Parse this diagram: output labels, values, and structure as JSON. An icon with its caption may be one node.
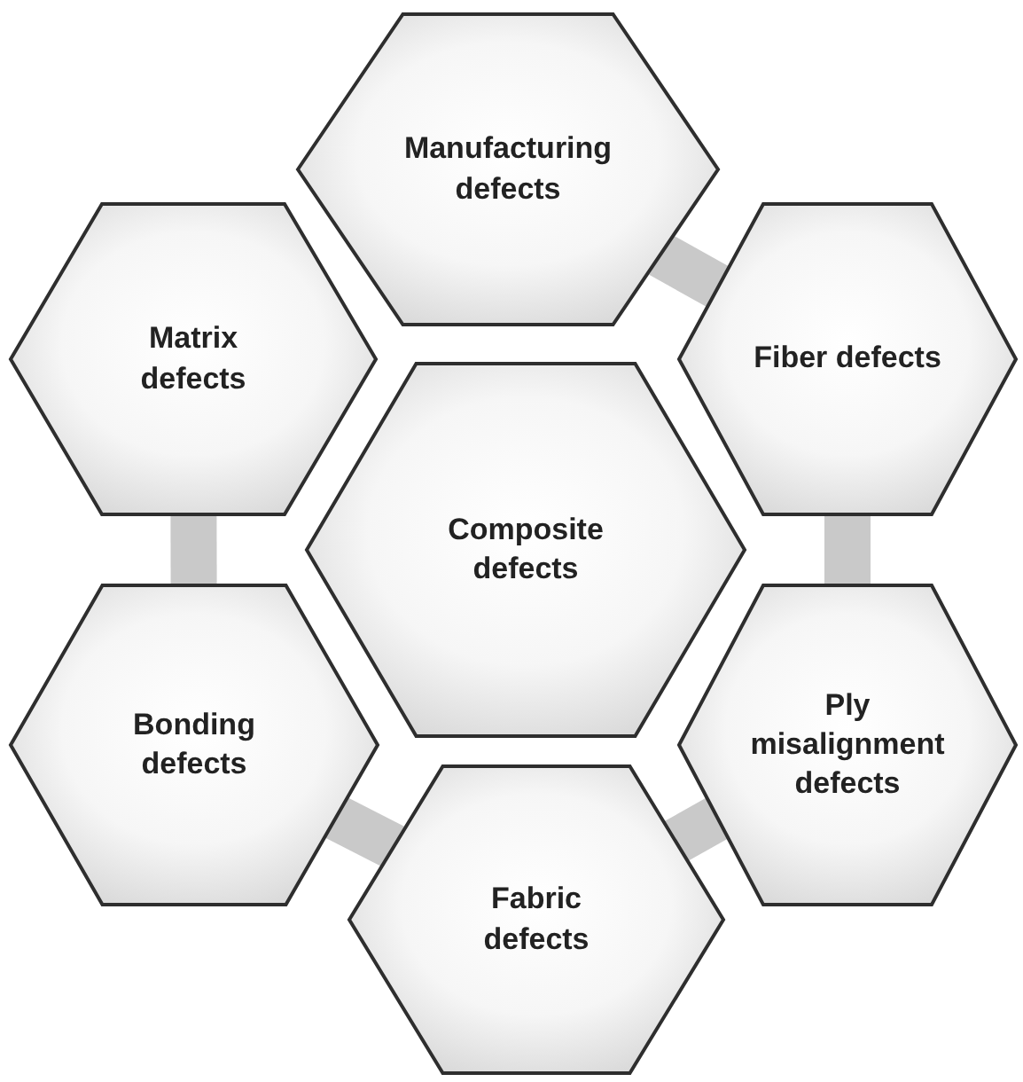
{
  "diagram": {
    "nodes": [
      {
        "text": [
          "Manufacturing defects"
        ]
      },
      {
        "text": [
          "Matrix defects"
        ]
      },
      {
        "text": [
          "Fiber defects"
        ]
      },
      {
        "text": [
          "Composite defects"
        ]
      },
      {
        "text": [
          "Bonding defects"
        ]
      },
      {
        "text": [
          "Ply misalignment defects"
        ]
      },
      {
        "text": [
          "Fabric defects"
        ]
      }
    ],
    "edges": [
      {
        "from": 0,
        "to": 2,
        "arrow": "none"
      },
      {
        "from": 2,
        "to": 5,
        "arrow": "none"
      },
      {
        "from": 5,
        "to": 6,
        "arrow": "none"
      },
      {
        "from": 6,
        "to": 4,
        "arrow": "none"
      },
      {
        "from": 4,
        "to": 1,
        "arrow": "none"
      }
    ]
  }
}
